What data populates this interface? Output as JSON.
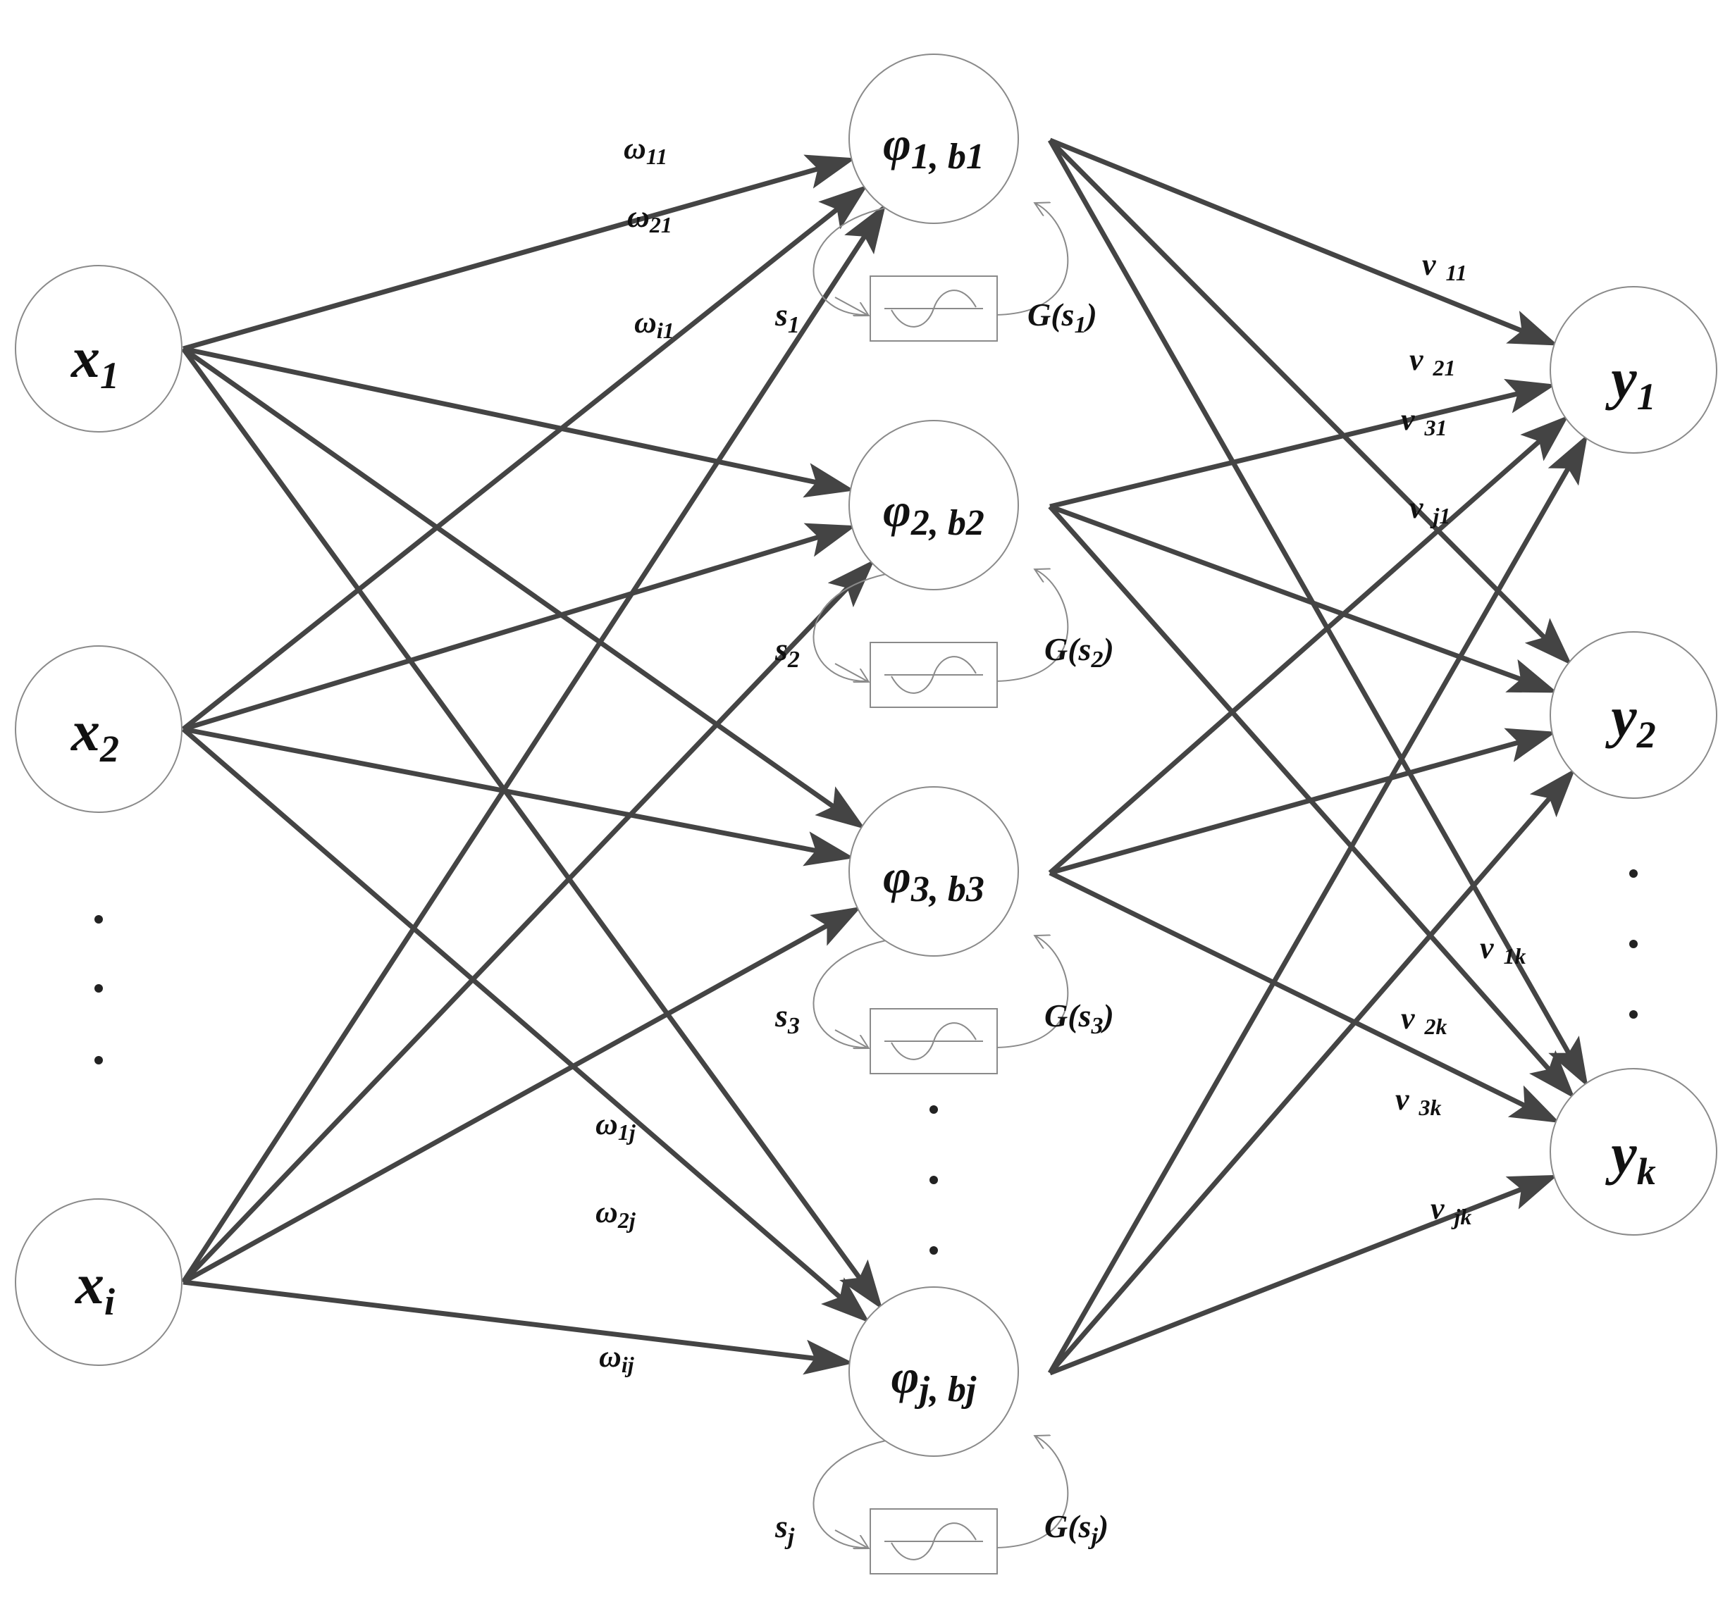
{
  "colors": {
    "edge": "#444444",
    "node_stroke": "#8a8a8a",
    "text": "#111111"
  },
  "inputs": [
    {
      "base": "x",
      "sub": "1"
    },
    {
      "base": "x",
      "sub": "2"
    },
    {
      "base": "x",
      "sub": "i"
    }
  ],
  "hidden": [
    {
      "phi": "φ",
      "sub": "1",
      "bias": ", b1",
      "s": "s",
      "s_sub": "1",
      "g": "G(s",
      "g_sub": "1",
      "g_close": ")"
    },
    {
      "phi": "φ",
      "sub": "2",
      "bias": ", b2",
      "s": "s",
      "s_sub": "2",
      "g": "G(s",
      "g_sub": "2",
      "g_close": ")"
    },
    {
      "phi": "φ",
      "sub": "3",
      "bias": ", b3",
      "s": "s",
      "s_sub": "3",
      "g": "G(s",
      "g_sub": "3",
      "g_close": ")"
    },
    {
      "phi": "φ",
      "sub": "j",
      "bias": ", bj",
      "s": "s",
      "s_sub": "j",
      "g": "G(s",
      "g_sub": "j",
      "g_close": ")"
    }
  ],
  "outputs": [
    {
      "base": "y",
      "sub": "1"
    },
    {
      "base": "y",
      "sub": "2"
    },
    {
      "base": "y",
      "sub": "k"
    }
  ],
  "input_weights": [
    {
      "base": "ω",
      "sub": "11"
    },
    {
      "base": "ω",
      "sub": "21"
    },
    {
      "base": "ω",
      "sub": "i1"
    },
    {
      "base": "ω",
      "sub": "1j"
    },
    {
      "base": "ω",
      "sub": "2j"
    },
    {
      "base": "ω",
      "sub": "ij"
    }
  ],
  "output_weights": [
    {
      "base": "v",
      "sub": "11"
    },
    {
      "base": "v",
      "sub": "21"
    },
    {
      "base": "v",
      "sub": "31"
    },
    {
      "base": "v",
      "sub": "j1"
    },
    {
      "base": "v",
      "sub": "1k"
    },
    {
      "base": "v",
      "sub": "2k"
    },
    {
      "base": "v",
      "sub": "3k"
    },
    {
      "base": "v",
      "sub": "jk"
    }
  ],
  "ellipsis": "⋮"
}
